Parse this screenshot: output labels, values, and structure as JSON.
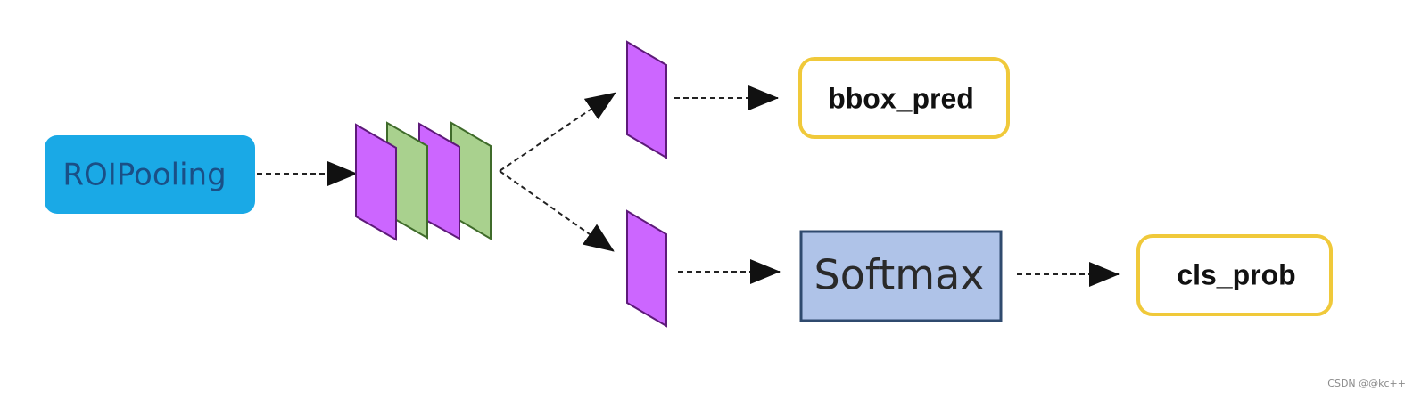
{
  "nodes": {
    "roi_pooling": "ROIPooling",
    "bbox_pred": "bbox_pred",
    "softmax": "Softmax",
    "cls_prob": "cls_prob"
  },
  "watermark": "CSDN @@kc++",
  "colors": {
    "roi_fill": "#1aa9e6",
    "roi_text": "#1a4f86",
    "layer_purple": "#cc66ff",
    "layer_purple_edge": "#5e1a7a",
    "layer_green": "#a9d18e",
    "layer_green_edge": "#3f6b2a",
    "output_border": "#f0c93a",
    "softmax_fill": "#afc3e8",
    "softmax_border": "#2f4a6e",
    "edge": "#222222"
  }
}
